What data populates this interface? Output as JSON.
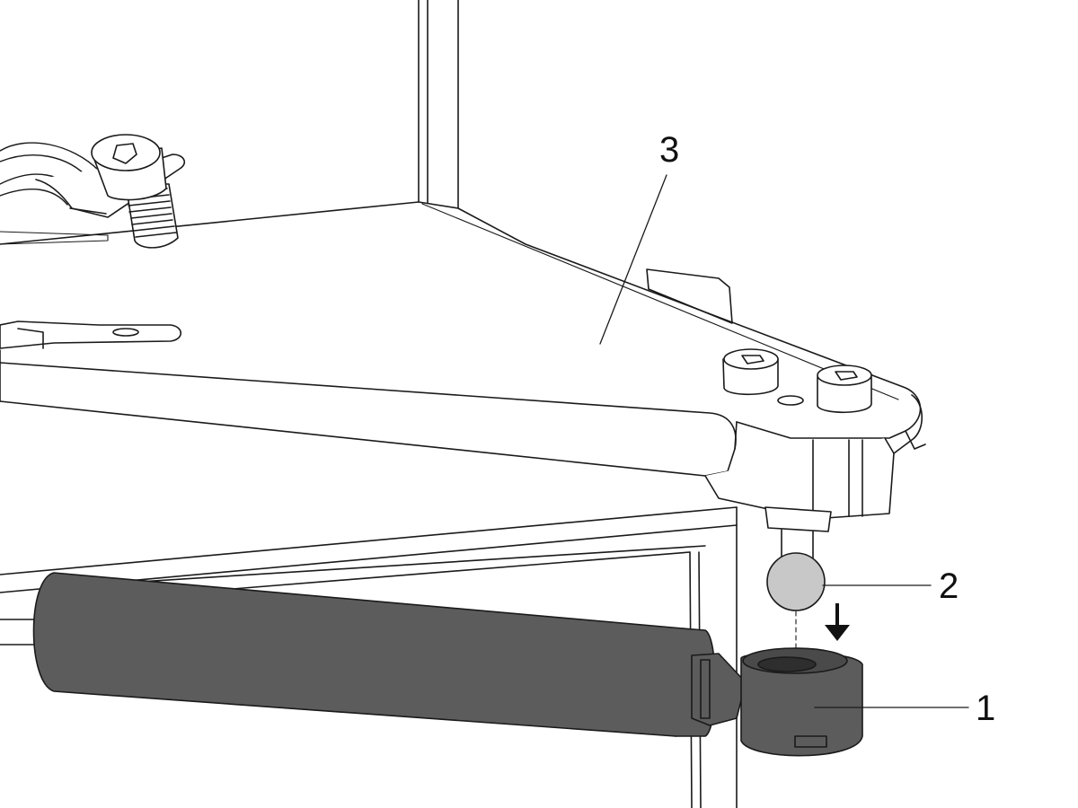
{
  "callouts": {
    "part_1": "1",
    "part_2": "2",
    "part_3": "3"
  },
  "colors": {
    "line": "#1a1a1a",
    "damper_body": "#5c5c5c",
    "ball": "#c8c8c8",
    "panel": "#ffffff"
  },
  "icons": {
    "arrow": "arrow-down-icon"
  }
}
